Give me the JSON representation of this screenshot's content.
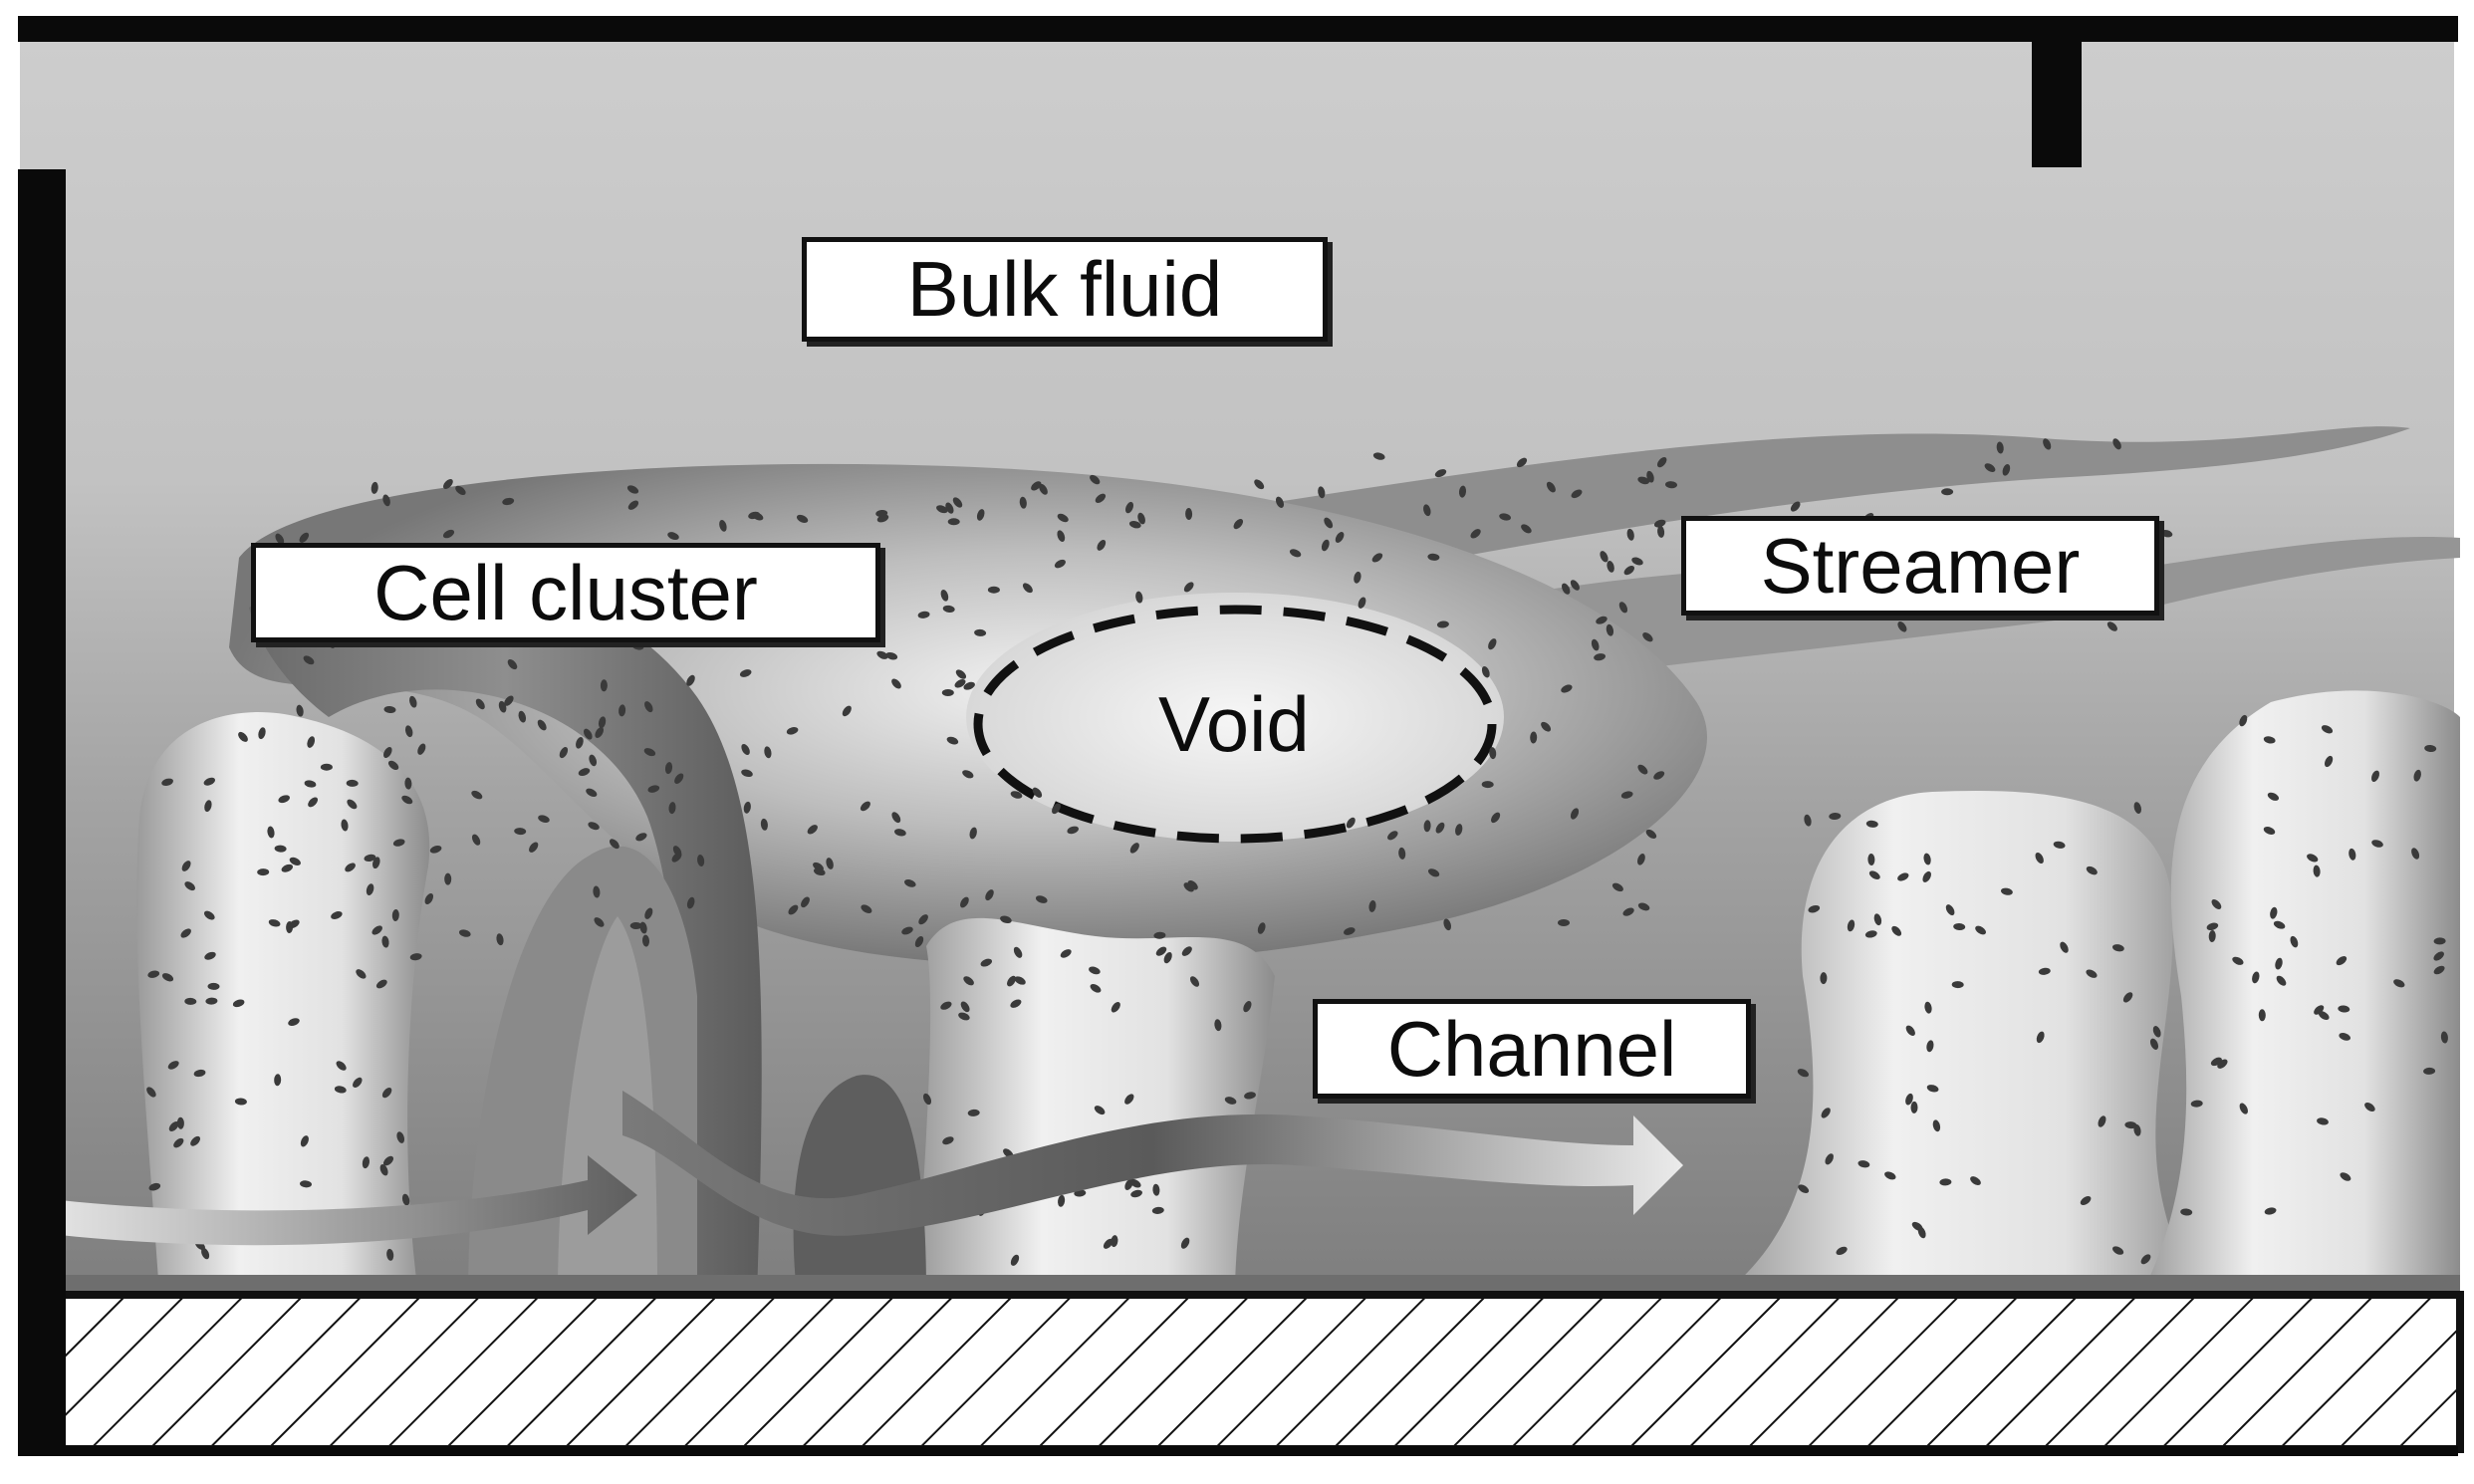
{
  "diagram": {
    "labels": {
      "bulk_fluid": "Bulk fluid",
      "cell_cluster": "Cell cluster",
      "streamer": "Streamer",
      "void": "Void",
      "channel": "Channel"
    },
    "palette": {
      "frame": "#0a0a0a",
      "fluid_top": "#c9c9c9",
      "fluid_bottom": "#8a8a8a",
      "biofilm_dark": "#6e6e6e",
      "biofilm_light": "#f4f4f4",
      "cell_dot": "#3a3a3a"
    },
    "icons": [
      "flow-arrow",
      "hatched-substratum"
    ]
  }
}
